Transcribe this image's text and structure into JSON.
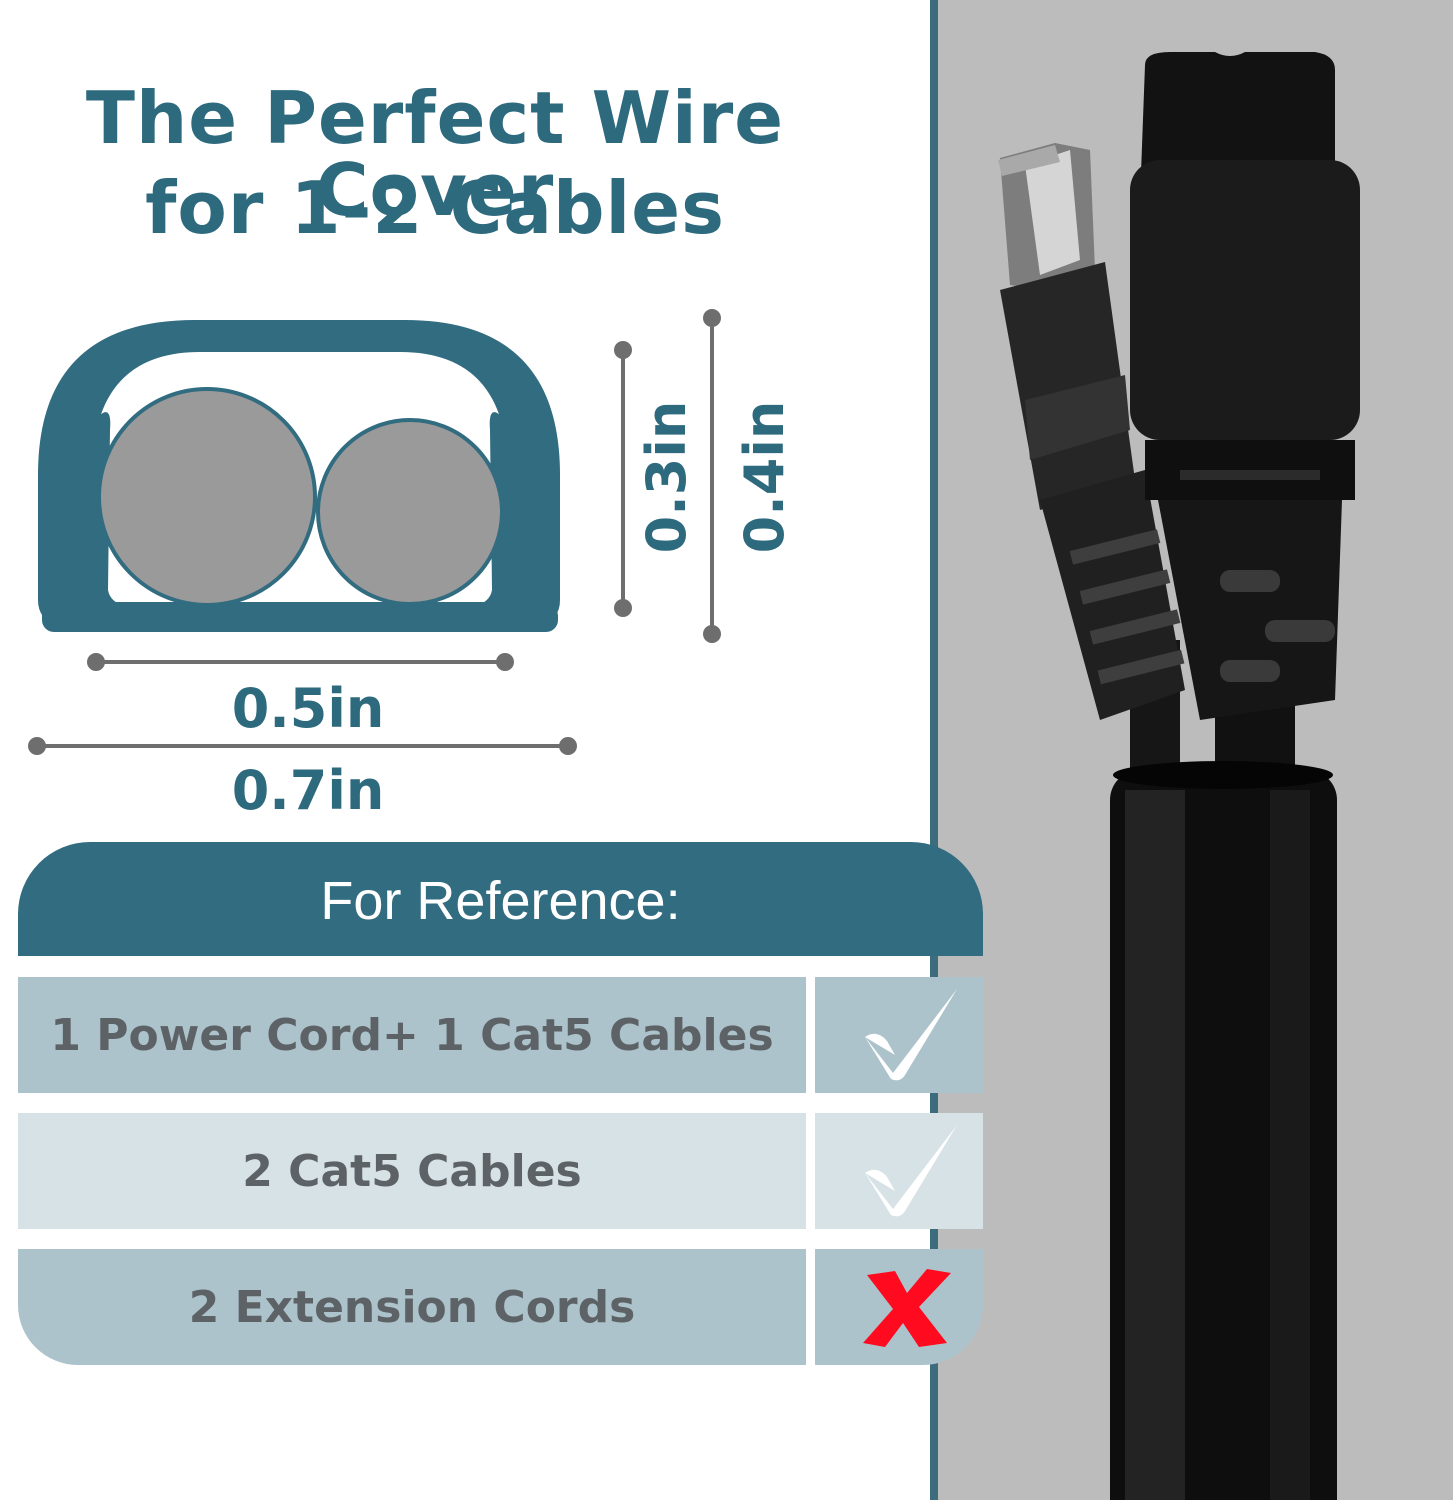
{
  "heading": {
    "line1": "The Perfect Wire Cover",
    "line2": "for 1-2 Cables"
  },
  "dimensions": {
    "inner_height": "0.3in",
    "outer_height": "0.4in",
    "inner_width": "0.5in",
    "outer_width": "0.7in"
  },
  "reference": {
    "title": "For Reference:",
    "rows": [
      {
        "label": "1 Power Cord+ 1 Cat5 Cables",
        "fits": true,
        "mark_icon": "checkmark-icon"
      },
      {
        "label": "2 Cat5 Cables",
        "fits": true,
        "mark_icon": "checkmark-icon"
      },
      {
        "label": "2 Extension Cords",
        "fits": false,
        "mark_icon": "x-mark-icon"
      }
    ]
  },
  "colors": {
    "teal": "#2e6a7e",
    "panel_header": "#316c80",
    "row_dark": "#adc3cb",
    "row_light": "#d7e2e6",
    "cable_gray": "#9a9a9a",
    "photo_background": "#bcbcbc",
    "x_red": "#ff0a1e"
  }
}
